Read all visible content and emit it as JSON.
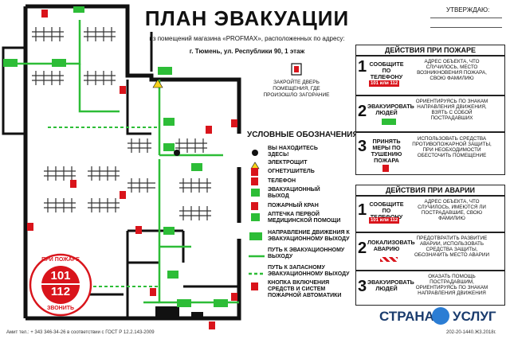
{
  "header": {
    "title": "ПЛАН ЭВАКУАЦИИ",
    "subtitle": "из помещений магазина «PROFMAX», расположенных по адресу:",
    "address": "г. Тюмень, ул. Республики 90, 1 этаж"
  },
  "approve": {
    "label": "УТВЕРЖДАЮ:"
  },
  "door_note": {
    "text": "ЗАКРОЙТЕ ДВЕРЬ ПОМЕЩЕНИЯ, ГДЕ ПРОИЗОШЛО ЗАГОРАНИЕ"
  },
  "legend": {
    "title": "УСЛОВНЫЕ ОБОЗНАЧЕНИЯ",
    "items": [
      {
        "label": "ВЫ НАХОДИТЕСЬ ЗДЕСЬ!"
      },
      {
        "label": "ЭЛЕКТРОЩИТ"
      },
      {
        "label": "ОГНЕТУШИТЕЛЬ"
      },
      {
        "label": "ТЕЛЕФОН"
      },
      {
        "label": "ЭВАКУАЦИОННЫЙ ВЫХОД"
      },
      {
        "label": "ПОЖАРНЫЙ КРАН"
      },
      {
        "label": "АПТЕЧКА ПЕРВОЙ МЕДИЦИНСКОЙ ПОМОЩИ"
      },
      {
        "label": "НАПРАВЛЕНИЕ ДВИЖЕНИЯ К ЭВАКУАЦИОННОМУ ВЫХОДУ"
      },
      {
        "label": "ПУТЬ К ЭВАКУАЦИОННОМУ ВЫХОДУ"
      },
      {
        "label": "ПУТЬ К ЗАПАСНОМУ ЭВАКУАЦИОННОМУ ВЫХОДУ"
      },
      {
        "label": "КНОПКА ВКЛЮЧЕНИЯ СРЕДСТВ И СИСТЕМ ПОЖАРНОЙ АВТОМАТИКИ"
      }
    ]
  },
  "fire_panel": {
    "title": "ДЕЙСТВИЯ ПРИ ПОЖАРЕ",
    "steps": [
      {
        "num": "1",
        "action": "СООБЩИТЕ ПО ТЕЛЕФОНУ",
        "phones": "101 или 112",
        "desc": "АДРЕС ОБЪЕКТА, ЧТО СЛУЧИЛОСЬ, МЕСТО ВОЗНИКНОВЕНИЯ ПОЖАРА, СВОЮ ФАМИЛИЮ"
      },
      {
        "num": "2",
        "action": "ЭВАКУИРОВАТЬ ЛЮДЕЙ",
        "desc": "ОРИЕНТИРУЯСЬ ПО ЗНАКАМ НАПРАВЛЕНИЯ ДВИЖЕНИЯ, ВЗЯТЬ С СОБОЙ ПОСТРАДАВШИХ"
      },
      {
        "num": "3",
        "action": "ПРИНЯТЬ МЕРЫ ПО ТУШЕНИЮ ПОЖАРА",
        "desc": "ИСПОЛЬЗОВАТЬ СРЕДСТВА ПРОТИВОПОЖАРНОЙ ЗАЩИТЫ, ПРИ НЕОБХОДИМОСТИ ОБЕСТОЧИТЬ ПОМЕЩЕНИЕ"
      }
    ]
  },
  "accident_panel": {
    "title": "ДЕЙСТВИЯ ПРИ АВАРИИ",
    "steps": [
      {
        "num": "1",
        "action": "СООБЩИТЕ ПО ТЕЛЕФОНУ",
        "phones": "101 или 112",
        "desc": "АДРЕС ОБЪЕКТА, ЧТО СЛУЧИЛОСЬ, ИМЕЮТСЯ ЛИ ПОСТРАДАВШИЕ, СВОЮ ФАМИЛИЮ"
      },
      {
        "num": "2",
        "action": "ЛОКАЛИЗОВАТЬ АВАРИЮ",
        "desc": "ПРЕДОТВРАТИТЬ РАЗВИТИЕ АВАРИИ, ИСПОЛЬЗОВАТЬ СРЕДСТВА ЗАЩИТЫ, ОБОЗНАЧИТЬ МЕСТО АВАРИИ"
      },
      {
        "num": "3",
        "action": "ЭВАКУИРОВАТЬ ЛЮДЕЙ",
        "desc": "ОКАЗАТЬ ПОМОЩЬ ПОСТРАДАВШИМ, ОРИЕНТИРУЯСЬ ПО ЗНАКАМ НАПРАВЛЕНИЯ ДВИЖЕНИЯ"
      }
    ]
  },
  "badge": {
    "top": "ПРИ ПОЖАРЕ",
    "n1": "101",
    "n2": "112",
    "bottom": "ЗВОНИТЬ"
  },
  "watermark": {
    "text_left": "СТРАНА",
    "text_right": "УСЛУГ"
  },
  "footer": {
    "left": "Амит  тел.: + 343 346-34-26  в соответствии с ГОСТ Р 12.2.143-2009",
    "right": "202-20-1440.Ж3.2018г."
  },
  "colors": {
    "green": "#2dbd37",
    "red": "#d9141b",
    "dark": "#111111"
  }
}
